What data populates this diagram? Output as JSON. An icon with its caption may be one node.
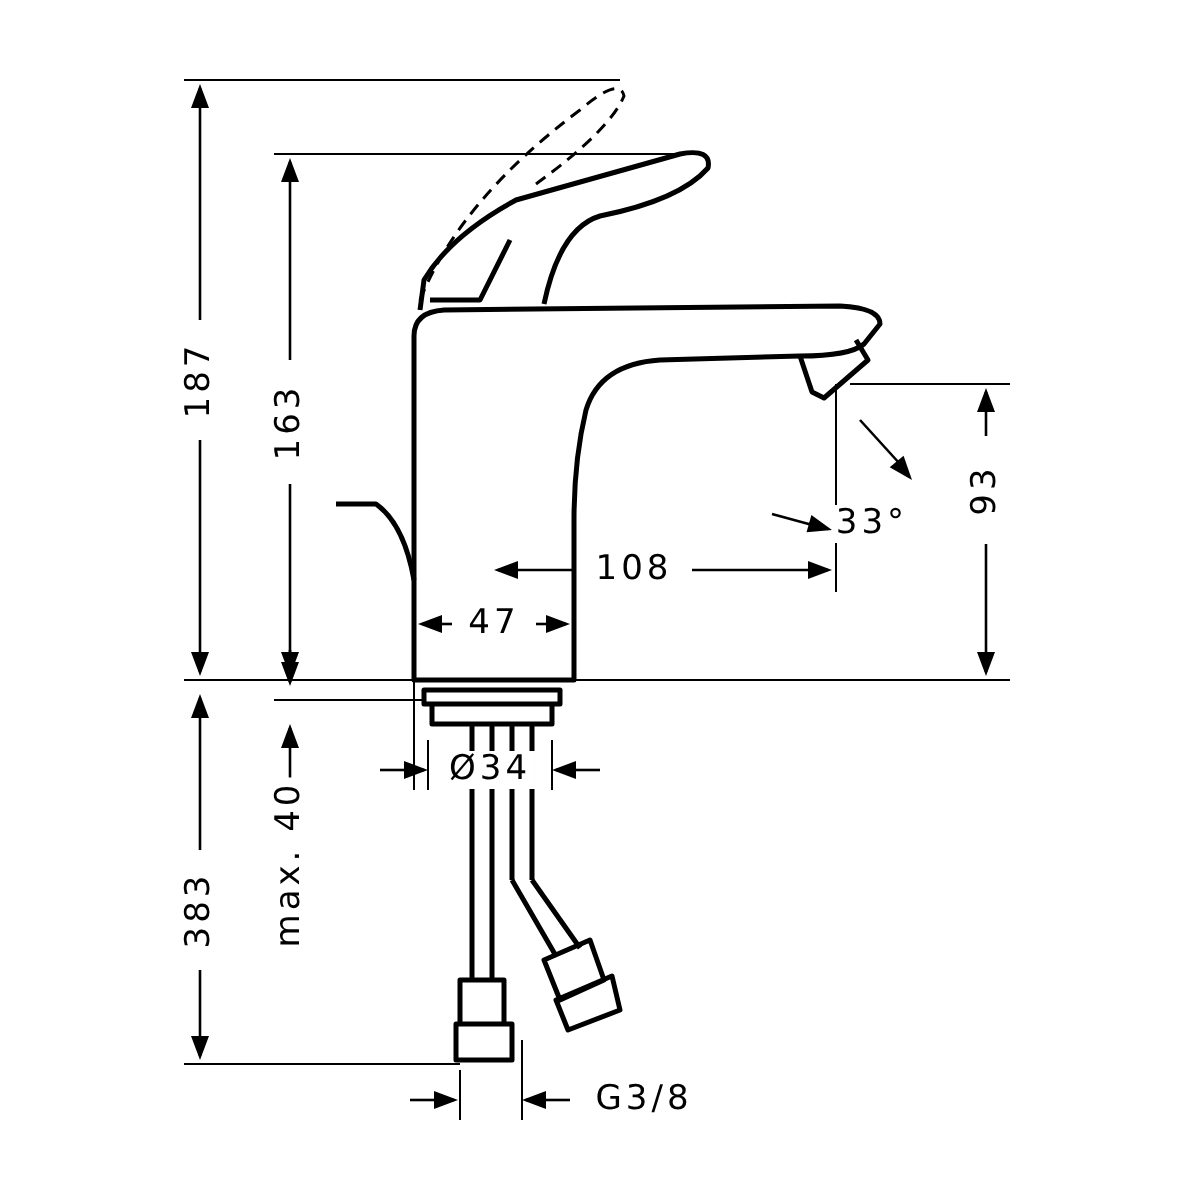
{
  "diagram": {
    "labels": [
      "187",
      "163",
      "108",
      "33°",
      "93",
      "47",
      "383",
      "max. 40",
      "Ø34",
      "G3/8"
    ]
  }
}
